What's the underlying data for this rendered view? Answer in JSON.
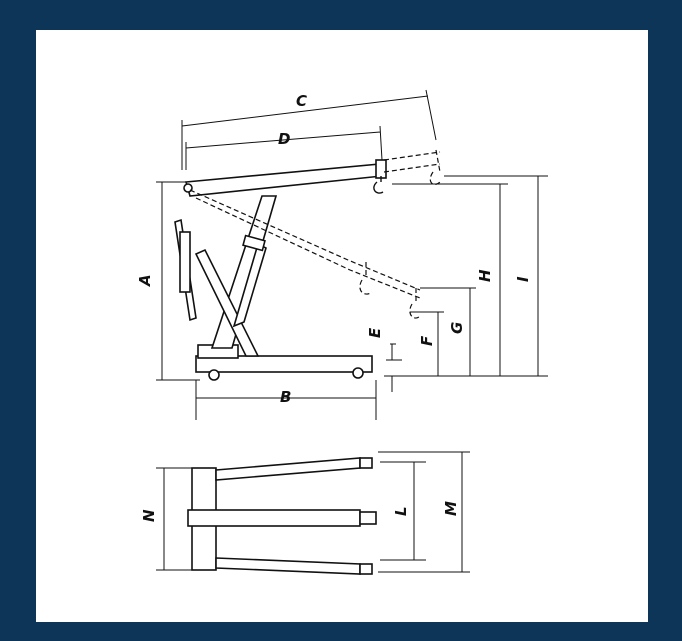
{
  "colors": {
    "frame": "#0d3557",
    "paper": "#ffffff",
    "ink": "#111111"
  },
  "labels": {
    "A": "A",
    "B": "B",
    "C": "C",
    "D": "D",
    "E": "E",
    "F": "F",
    "G": "G",
    "H": "H",
    "I": "I",
    "L": "L",
    "M": "M",
    "N": "N"
  }
}
